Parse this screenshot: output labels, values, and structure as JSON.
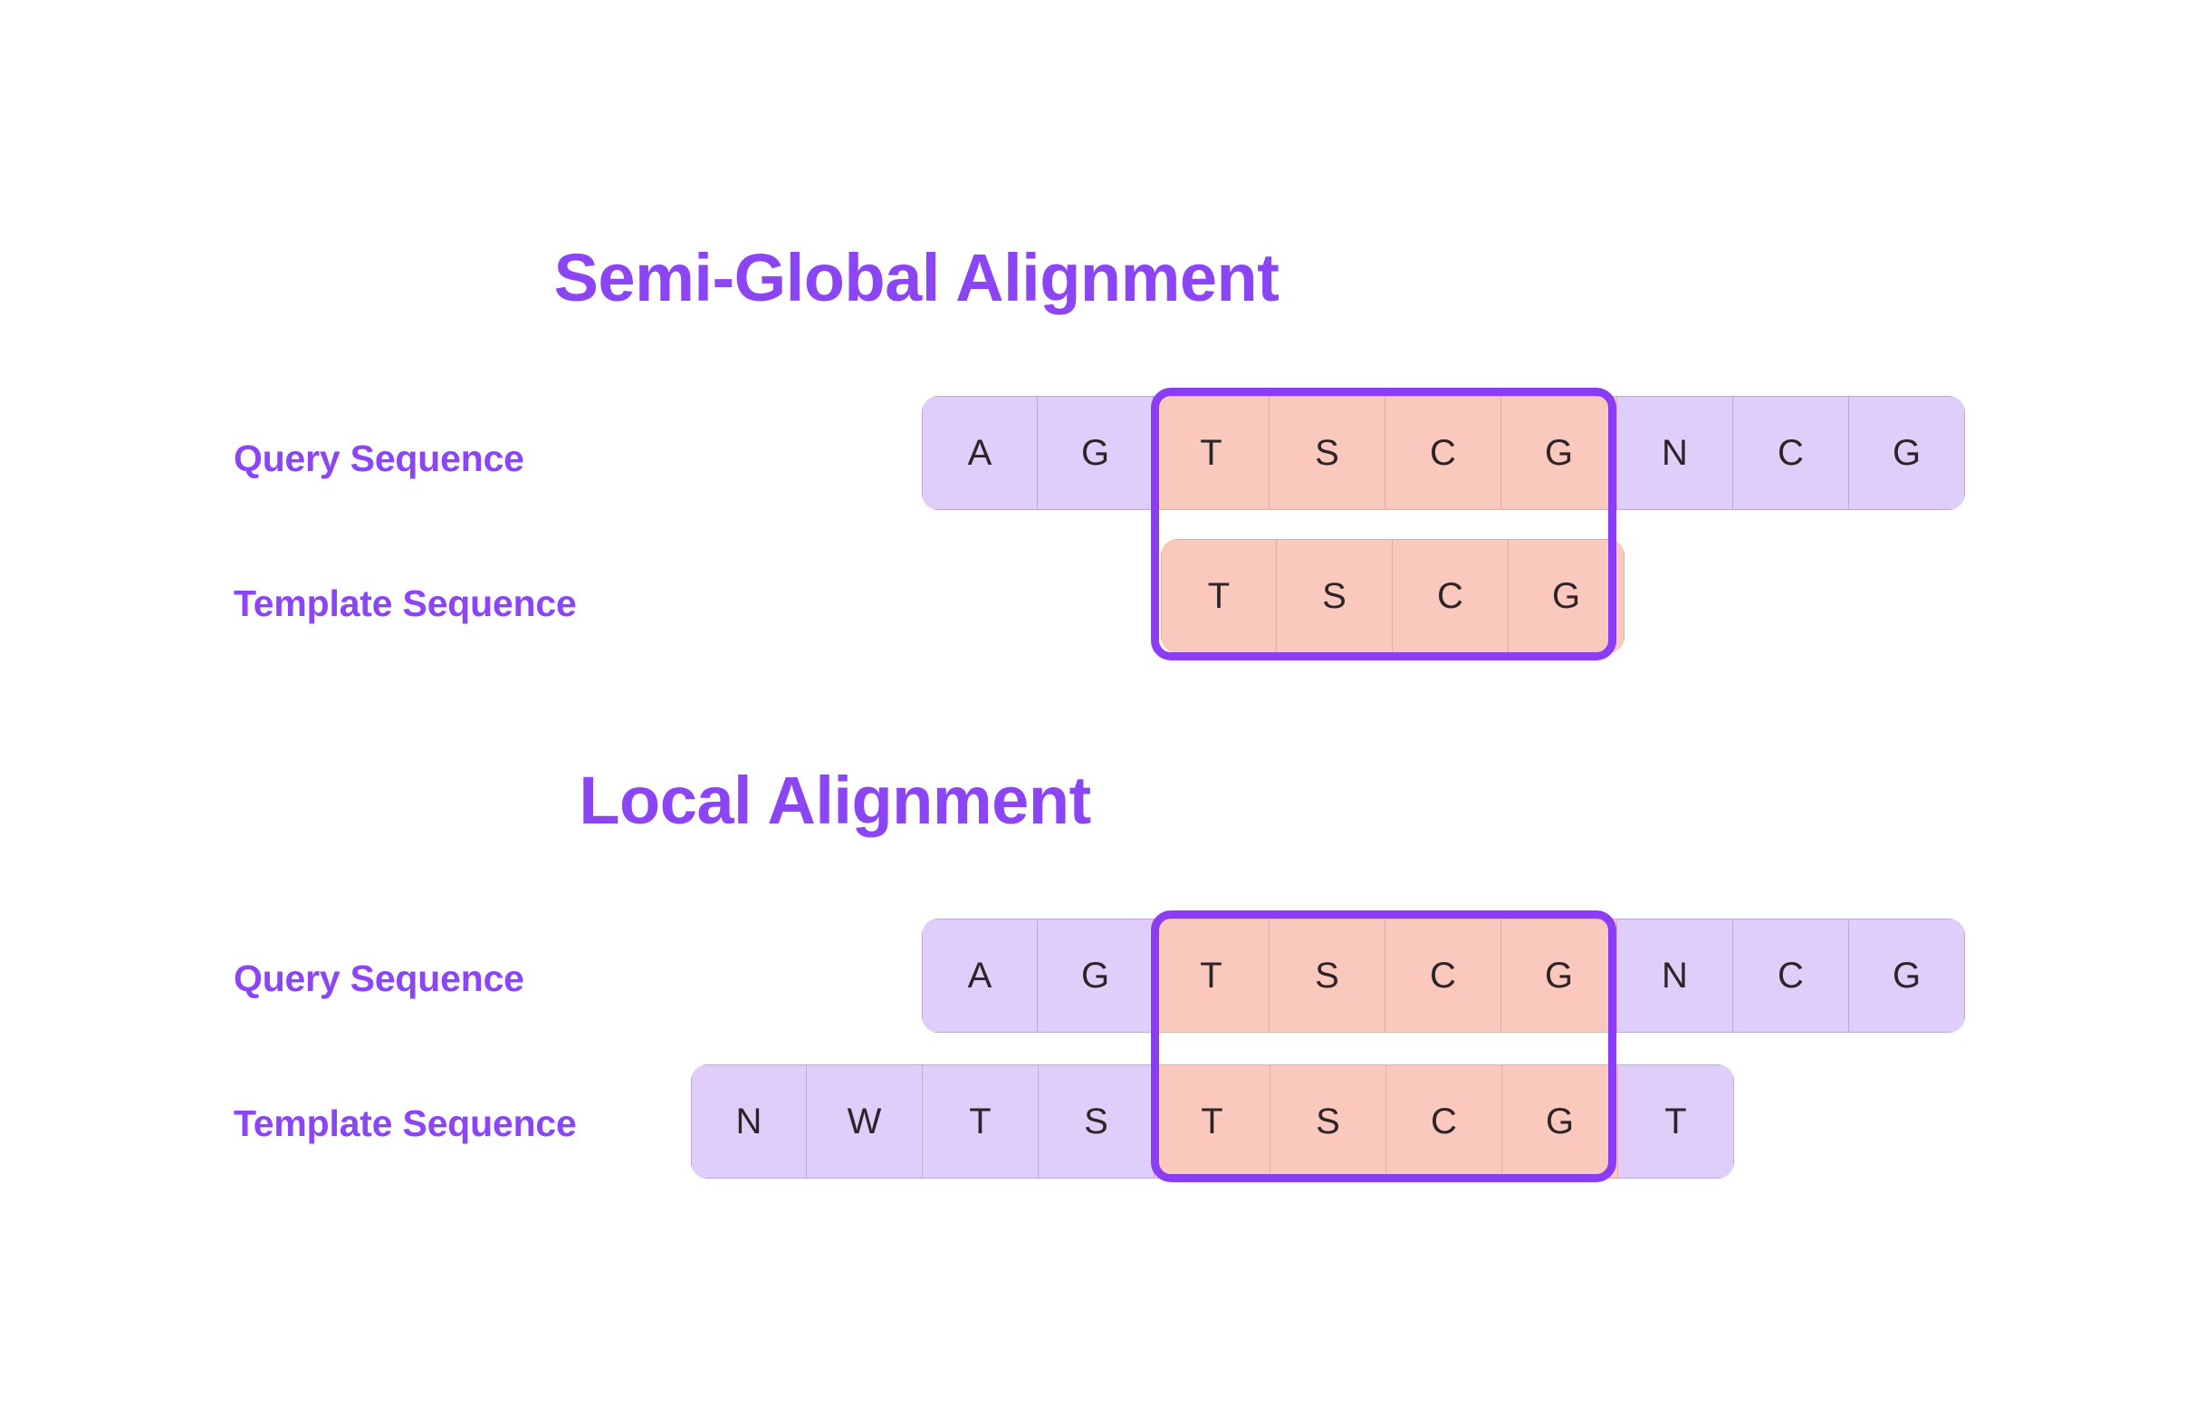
{
  "page": {
    "background_color": "#FFFFFF",
    "accent_purple": "#8B45F5",
    "highlight_border_color": "#8B3CF5",
    "cell_plain_color": "#DFCDFA",
    "cell_match_color": "#FBC8BE",
    "letter_color": "#2D2428"
  },
  "sections": [
    {
      "id": "semi-global",
      "title": "Semi-Global Alignment",
      "rows": [
        {
          "id": "query",
          "label": "Query Sequence",
          "cells": [
            {
              "letter": "A",
              "match": false
            },
            {
              "letter": "G",
              "match": false
            },
            {
              "letter": "T",
              "match": true
            },
            {
              "letter": "S",
              "match": true
            },
            {
              "letter": "C",
              "match": true
            },
            {
              "letter": "G",
              "match": true
            },
            {
              "letter": "N",
              "match": false
            },
            {
              "letter": "C",
              "match": false
            },
            {
              "letter": "G",
              "match": false
            }
          ]
        },
        {
          "id": "template",
          "label": "Template Sequence",
          "cells": [
            {
              "letter": "T",
              "match": true
            },
            {
              "letter": "S",
              "match": true
            },
            {
              "letter": "C",
              "match": true
            },
            {
              "letter": "G",
              "match": true
            }
          ]
        }
      ]
    },
    {
      "id": "local",
      "title": "Local Alignment",
      "rows": [
        {
          "id": "query",
          "label": "Query Sequence",
          "cells": [
            {
              "letter": "A",
              "match": false
            },
            {
              "letter": "G",
              "match": false
            },
            {
              "letter": "T",
              "match": true
            },
            {
              "letter": "S",
              "match": true
            },
            {
              "letter": "C",
              "match": true
            },
            {
              "letter": "G",
              "match": true
            },
            {
              "letter": "N",
              "match": false
            },
            {
              "letter": "C",
              "match": false
            },
            {
              "letter": "G",
              "match": false
            }
          ]
        },
        {
          "id": "template",
          "label": "Template Sequence",
          "cells": [
            {
              "letter": "N",
              "match": false
            },
            {
              "letter": "W",
              "match": false
            },
            {
              "letter": "T",
              "match": false
            },
            {
              "letter": "S",
              "match": false
            },
            {
              "letter": "T",
              "match": true
            },
            {
              "letter": "S",
              "match": true
            },
            {
              "letter": "C",
              "match": true
            },
            {
              "letter": "G",
              "match": true
            },
            {
              "letter": "T",
              "match": false
            }
          ]
        }
      ]
    }
  ]
}
